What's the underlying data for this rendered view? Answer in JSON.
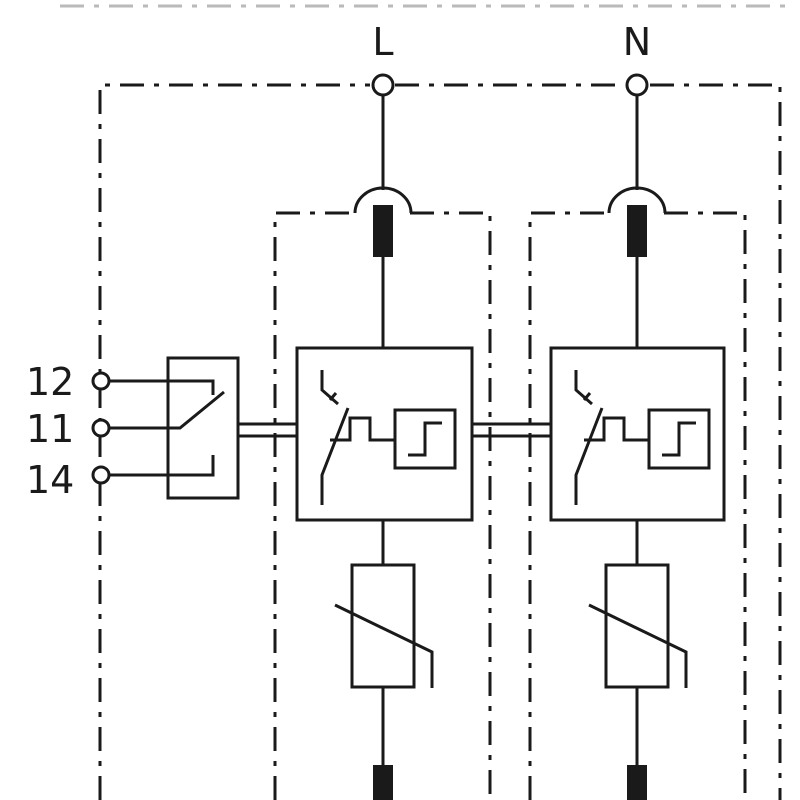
{
  "diagram": {
    "terminals": {
      "line": "L",
      "neutral": "N"
    },
    "contacts": [
      "12",
      "11",
      "14"
    ],
    "colors": {
      "ink": "#1a1a1a",
      "background": "#ffffff"
    },
    "modules": [
      "line-module",
      "neutral-module"
    ]
  }
}
